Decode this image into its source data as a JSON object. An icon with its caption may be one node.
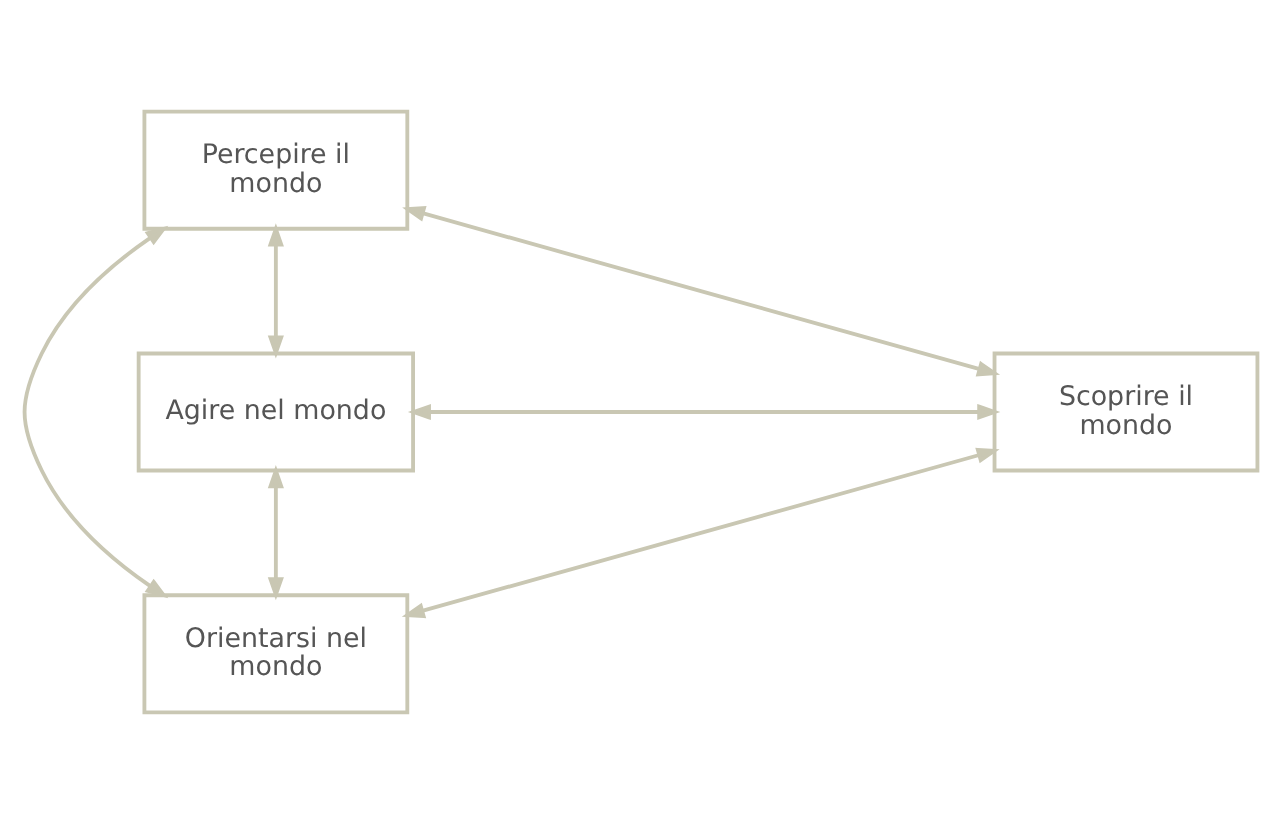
{
  "diagram": {
    "nodes": [
      {
        "text": [
          "Percepire il mondo"
        ]
      },
      {
        "text": [
          "Agire nel mondo"
        ]
      },
      {
        "text": [
          "Scoprire il mondo"
        ]
      },
      {
        "text": [
          "Orientarsi nel mondo"
        ]
      }
    ],
    "edges": [
      {
        "from": 1,
        "to": 0,
        "arrow": "both"
      },
      {
        "from": 0,
        "to": 2,
        "arrow": "both"
      },
      {
        "from": 0,
        "to": 3,
        "arrow": "both"
      },
      {
        "from": 1,
        "to": 2,
        "arrow": "both"
      },
      {
        "from": 1,
        "to": 3,
        "arrow": "both"
      },
      {
        "from": 2,
        "to": 3,
        "arrow": "both"
      }
    ]
  }
}
